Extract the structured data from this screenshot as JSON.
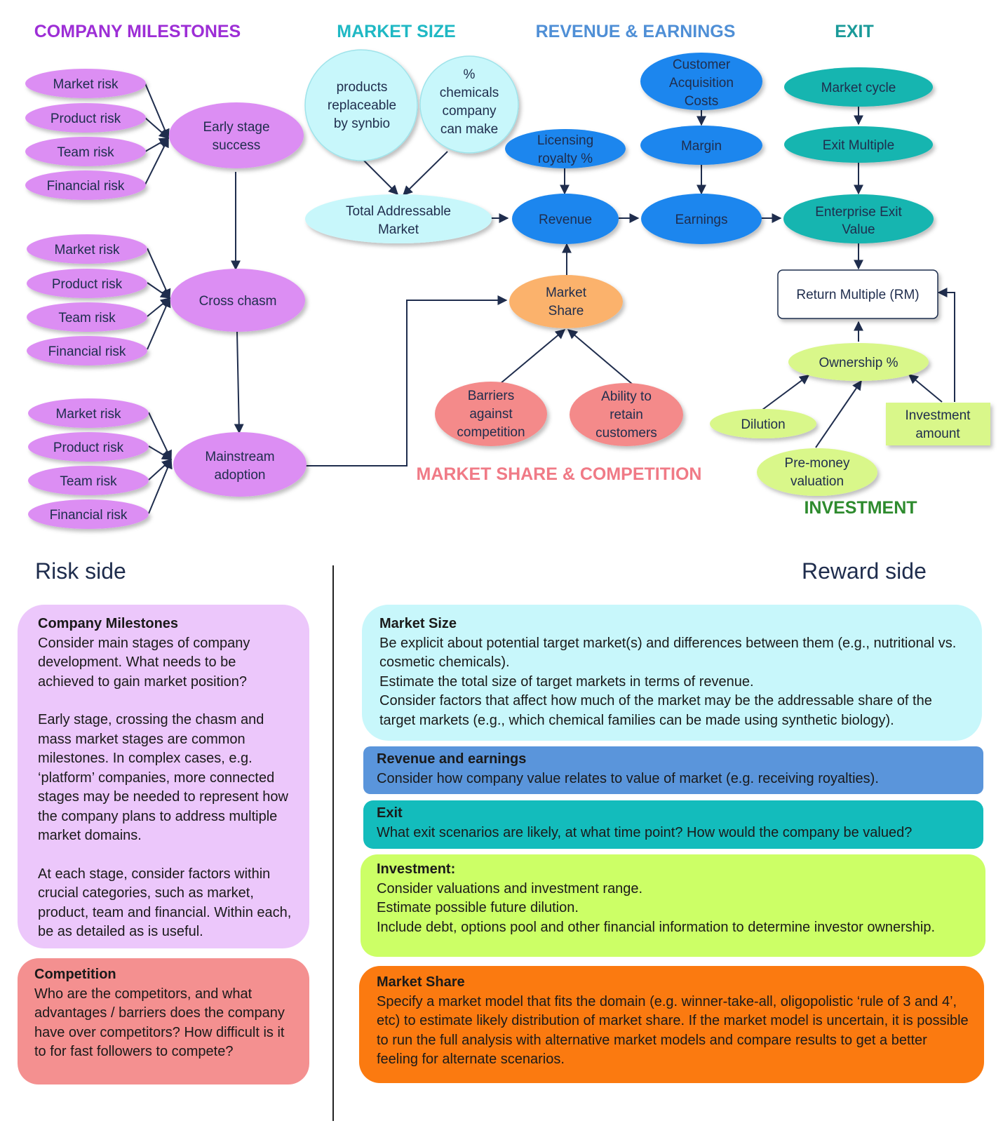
{
  "sections": {
    "company_milestones": "COMPANY MILESTONES",
    "market_size": "MARKET SIZE",
    "revenue_earnings": "REVENUE & EARNINGS",
    "exit": "EXIT",
    "market_share_competition": "MARKET SHARE & COMPETITION",
    "investment": "INVESTMENT"
  },
  "risks": {
    "market": "Market risk",
    "product": "Product risk",
    "team": "Team risk",
    "financial": "Financial risk"
  },
  "nodes": {
    "early_stage": [
      "Early stage",
      "success"
    ],
    "cross_chasm": [
      "Cross chasm"
    ],
    "mainstream": [
      "Mainstream",
      "adoption"
    ],
    "products_replaceable": [
      "products",
      "replaceable",
      "by synbio"
    ],
    "pct_chemicals": [
      "%",
      "chemicals",
      "company",
      "can make"
    ],
    "tam": [
      "Total Addressable",
      "Market"
    ],
    "licensing": [
      "Licensing",
      "royalty %"
    ],
    "revenue": [
      "Revenue"
    ],
    "cac": [
      "Customer",
      "Acquisition",
      "Costs"
    ],
    "margin": [
      "Margin"
    ],
    "earnings": [
      "Earnings"
    ],
    "market_cycle": [
      "Market cycle"
    ],
    "exit_multiple": [
      "Exit Multiple"
    ],
    "enterprise_exit": [
      "Enterprise Exit",
      "Value"
    ],
    "return_multiple": [
      "Return Multiple (RM)"
    ],
    "ownership": [
      "Ownership %"
    ],
    "dilution": [
      "Dilution"
    ],
    "pre_money": [
      "Pre-money",
      "valuation"
    ],
    "investment_amount": [
      "Investment",
      "amount"
    ],
    "market_share": [
      "Market",
      "Share"
    ],
    "barriers": [
      "Barriers",
      "against",
      "competition"
    ],
    "ability": [
      "Ability to",
      "retain",
      "customers"
    ]
  },
  "colors": {
    "purple": "#dc8ef3",
    "purple_title": "#9d2ed6",
    "cyan_light": "#c8f7fb",
    "cyan_title": "#1fb8c4",
    "blue": "#1a86ee",
    "blue_title": "#4f8fd6",
    "teal": "#13b5b0",
    "teal_title": "#1a9a99",
    "orange_node": "#fbb26c",
    "pink_node": "#f48a8a",
    "pink_title": "#f07a86",
    "lime": "#d9f78a",
    "green_title": "#2e8b2e",
    "arrow": "#1f2d4d"
  },
  "risk_side_title": "Risk side",
  "reward_side_title": "Reward side",
  "boxes": {
    "milestones": {
      "title": "Company Milestones",
      "p1": "Consider main stages of company development. What needs to be achieved to gain market position?",
      "p2": "Early stage, crossing the chasm and mass market stages are common milestones. In complex cases, e.g. ‘platform’ companies, more connected stages may be needed to represent how the company plans to address multiple market domains.",
      "p3": "At each stage, consider factors within crucial categories, such as market, product, team and financial. Within each, be as detailed as is useful."
    },
    "competition": {
      "title": "Competition",
      "p1": "Who are the competitors, and what advantages / barriers does the company have over competitors?  How difficult is it to for fast followers to compete?"
    },
    "market_size": {
      "title": "Market Size",
      "l1": "Be explicit about potential target market(s) and differences between them (e.g., nutritional vs. cosmetic chemicals).",
      "l2": "Estimate the total size of target markets in terms of revenue.",
      "l3": "Consider factors that affect how much of the market may be the addressable share of the target markets (e.g., which chemical families can be made using synthetic biology)."
    },
    "revenue": {
      "title": "Revenue and earnings",
      "l1": "Consider how company value relates to value of market (e.g. receiving royalties)."
    },
    "exit": {
      "title": "Exit",
      "l1": "What exit scenarios are likely, at what time point?  How would the company be valued?"
    },
    "investment": {
      "title": "Investment:",
      "l1": "Consider valuations and investment range.",
      "l2": "Estimate possible future dilution.",
      "l3": "Include debt, options pool and other financial information to determine investor ownership."
    },
    "market_share": {
      "title": "Market Share",
      "l1": "Specify a market model that fits the domain (e.g. winner-take-all, oligopolistic ‘rule of 3 and 4’, etc) to estimate likely distribution of market share.  If the market model is uncertain, it is possible to run the full analysis with alternative market models and compare results to get a better feeling for alternate scenarios."
    }
  }
}
